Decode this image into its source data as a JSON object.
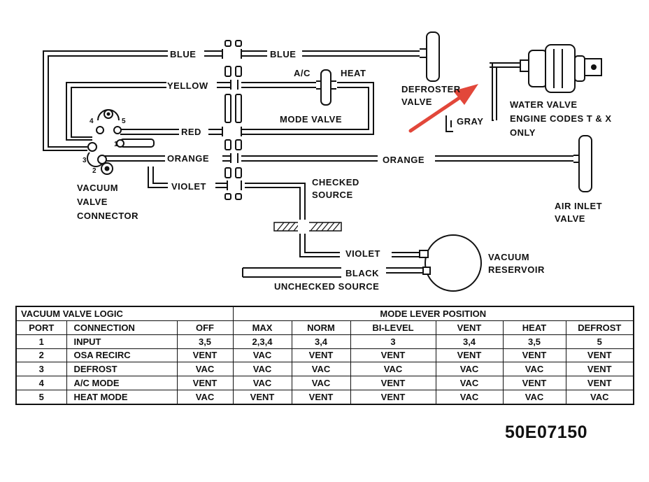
{
  "wire_labels": {
    "blue_left": "BLUE",
    "blue_right": "BLUE",
    "yellow": "YELLOW",
    "red": "RED",
    "orange_left": "ORANGE",
    "orange_right": "ORANGE",
    "violet_left": "VIOLET",
    "violet_bottom": "VIOLET",
    "black": "BLACK",
    "gray": "GRAY"
  },
  "component_labels": {
    "ac": "A/C",
    "heat": "HEAT",
    "mode_valve": "MODE VALVE",
    "defroster_valve": [
      "DEFROSTER",
      "VALVE"
    ],
    "water_valve": [
      "WATER VALVE",
      "ENGINE CODES T & X",
      "ONLY"
    ],
    "air_inlet_valve": [
      "AIR INLET",
      "VALVE"
    ],
    "checked_source": [
      "CHECKED",
      "SOURCE"
    ],
    "vacuum_reservoir": [
      "VACUUM",
      "RESERVOIR"
    ],
    "unchecked_source": "UNCHECKED SOURCE",
    "vacuum_valve_connector": [
      "VACUUM",
      "VALVE",
      "CONNECTOR"
    ]
  },
  "port_numbers": [
    "1",
    "2",
    "3",
    "4",
    "5"
  ],
  "table": {
    "title": "VACUUM VALVE LOGIC",
    "group_header": "MODE LEVER POSITION",
    "columns": [
      "PORT",
      "CONNECTION",
      "OFF",
      "MAX",
      "NORM",
      "BI-LEVEL",
      "VENT",
      "HEAT",
      "DEFROST"
    ],
    "rows": [
      [
        "1",
        "INPUT",
        "3,5",
        "2,3,4",
        "3,4",
        "3",
        "3,4",
        "3,5",
        "5"
      ],
      [
        "2",
        "OSA RECIRC",
        "VENT",
        "VAC",
        "VENT",
        "VENT",
        "VENT",
        "VENT",
        "VENT"
      ],
      [
        "3",
        "DEFROST",
        "VAC",
        "VAC",
        "VAC",
        "VAC",
        "VAC",
        "VAC",
        "VENT"
      ],
      [
        "4",
        "A/C MODE",
        "VENT",
        "VAC",
        "VAC",
        "VENT",
        "VAC",
        "VENT",
        "VENT"
      ],
      [
        "5",
        "HEAT MODE",
        "VAC",
        "VENT",
        "VENT",
        "VENT",
        "VAC",
        "VAC",
        "VAC"
      ]
    ]
  },
  "figure_code": "50E07150",
  "colors": {
    "line": "#111111",
    "arrow": "#e2473a",
    "background": "#ffffff"
  }
}
